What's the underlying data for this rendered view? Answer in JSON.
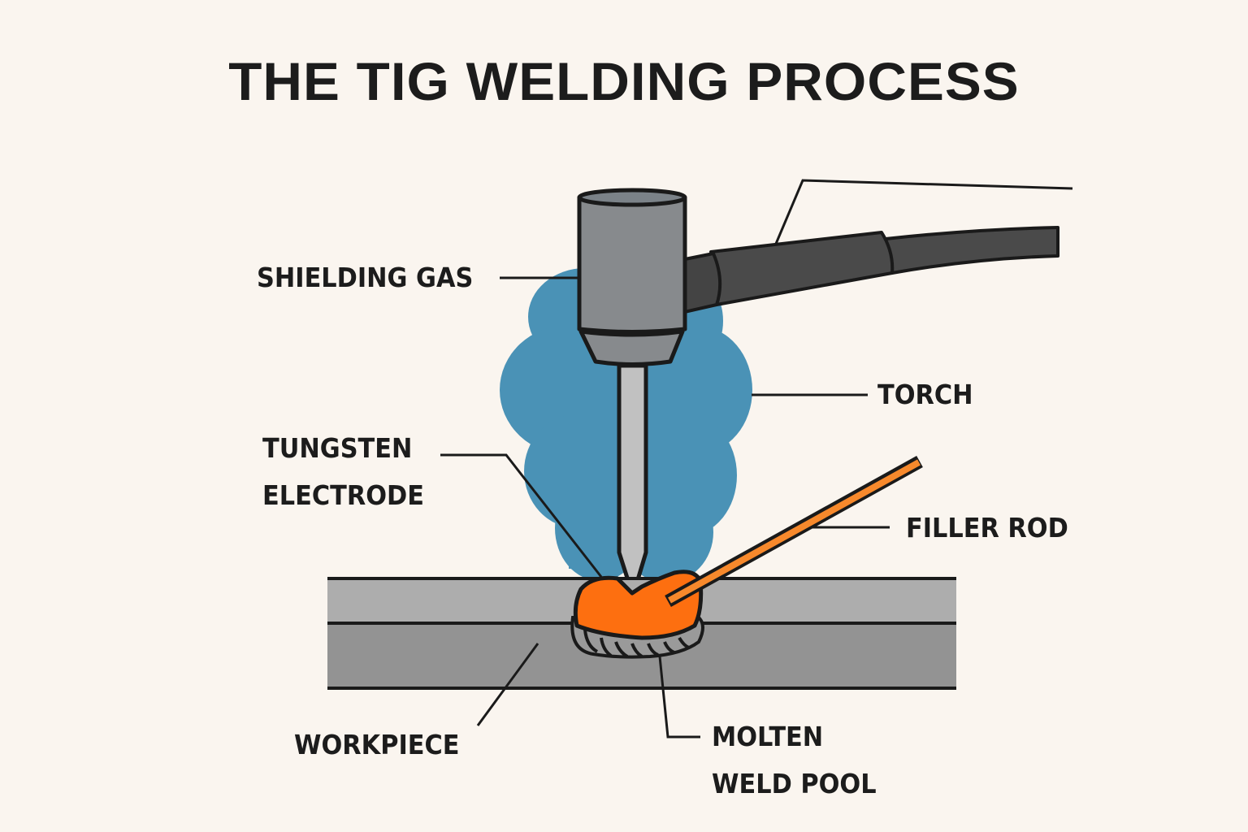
{
  "title": "THE TIG WELDING PROCESS",
  "labels": {
    "shielding_gas": "SHIELDING GAS",
    "torch": "TORCH",
    "tungsten_electrode": [
      "TUNGSTEN",
      "ELECTRODE"
    ],
    "filler_rod": "FILLER ROD",
    "workpiece": "WORKPIECE",
    "molten_weld_pool": [
      "MOLTEN",
      "WELD POOL"
    ]
  },
  "colors": {
    "background": "#faf5ef",
    "shielding_gas": "#4a92b6",
    "torch_body": "#878a8d",
    "cable": "#4a4a4a",
    "electrode": "#c1c1c1",
    "weld_pool": "#fd6f10",
    "filler_rod": "#f7892c",
    "workpiece_top": "#adadad",
    "workpiece_bottom": "#939393",
    "outline": "#1a1a1a"
  }
}
